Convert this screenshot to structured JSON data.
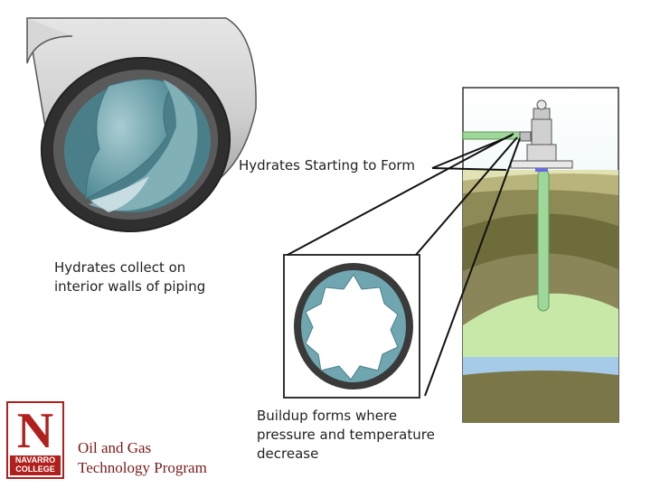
{
  "labels": {
    "hydrates_starting": "Hydrates Starting to Form",
    "hydrates_collect": "Hydrates collect on interior walls of piping",
    "buildup_forms": "Buildup forms where pressure and temperature decrease"
  },
  "footer": {
    "program_line1": "Oil and Gas",
    "program_line2": "Technology Program"
  },
  "logo": {
    "letter": "N",
    "line1": "NAVARRO",
    "line2": "COLLEGE",
    "color": "#b0201d"
  },
  "colors": {
    "pipe_exterior": "#d9d9d9",
    "pipe_wall": "#3d3d3d",
    "hydrate_teal": "#6a9ea6",
    "sky": "#cfe6ec",
    "soil_olive": "#8d8a55",
    "reservoir_green": "#c8e8a8",
    "water_blue": "#a6cbe9",
    "tubing_green": "#9fd79b"
  }
}
